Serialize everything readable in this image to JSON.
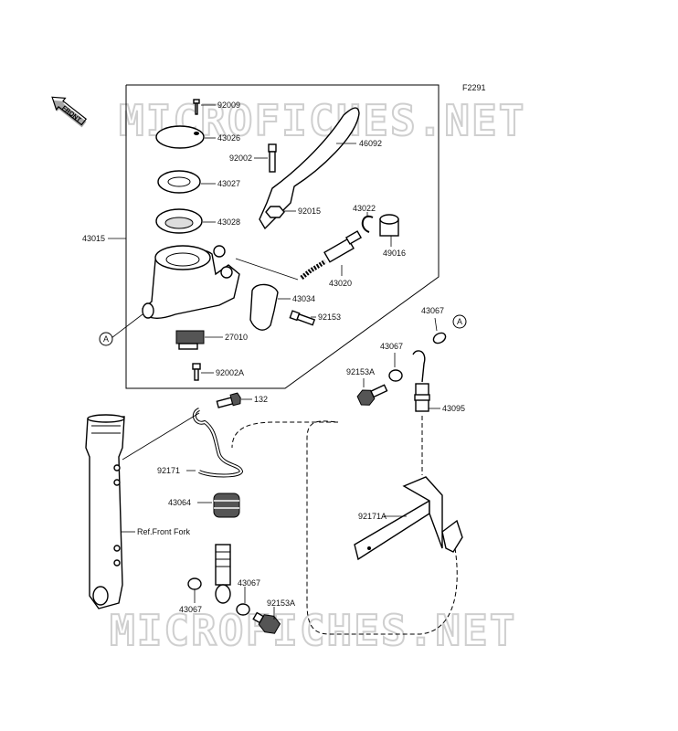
{
  "diagram_code": "F2291",
  "watermark_text": "MICROFICHES.NET",
  "front_marker": "FRONT",
  "connector_label": "A",
  "fork_label": "Ref.Front Fork",
  "parts": {
    "p92009": "92009",
    "p43026": "43026",
    "p92002": "92002",
    "p46092": "46092",
    "p43027": "43027",
    "p43028": "43028",
    "p43022": "43022",
    "p92015": "92015",
    "p49016": "49016",
    "p43015": "43015",
    "p43020": "43020",
    "p43034": "43034",
    "p92153": "92153",
    "p27010": "27010",
    "p92002A": "92002A",
    "p43067_a": "43067",
    "p43067_b": "43067",
    "p92153A_a": "92153A",
    "p43095": "43095",
    "p132": "132",
    "p92171": "92171",
    "p43064": "43064",
    "p92171A": "92171A",
    "p43067_c": "43067",
    "p43067_d": "43067",
    "p92153A_b": "92153A"
  }
}
